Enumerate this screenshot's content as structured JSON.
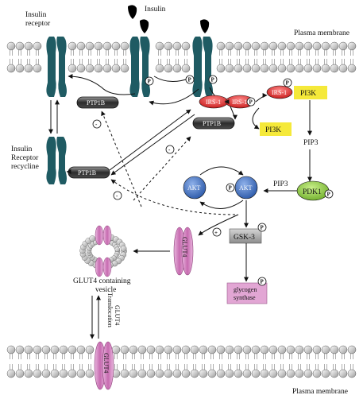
{
  "labels": {
    "insulin": "Insulin",
    "insulin_receptor_line1": "Insulin",
    "insulin_receptor_line2": "receptor",
    "plasma_membrane_top": "Plasma membrane",
    "plasma_membrane_bottom": "Plasma membrane",
    "receptor_recycline_line1": "Insulin",
    "receptor_recycline_line2": "Receptor",
    "receptor_recycline_line3": "recycline",
    "ptp1b_top": "PTP1B",
    "ptp1b_middle": "PTP1B",
    "ptp1b_left": "PTP1B",
    "irs1_a": "IRS-1",
    "irs1_b": "IRS-1",
    "irs1_c": "IRS-1",
    "pi3k_right": "PI3K",
    "pi3k_lower": "PI3K",
    "pip3_right": "PIP3",
    "pip3_lower": "PIP3",
    "pdk1": "PDK1",
    "akt_left": "AKT",
    "akt_right": "AKT",
    "gsk3": "GSK-3",
    "glycogen_synthase_line1": "glycogen",
    "glycogen_synthase_line2": "synthase",
    "glut4_near_vesicle": "GLUT4",
    "glut4_vesicle_line1": "GLUT4 containing",
    "glut4_vesicle_line2": "vesicle",
    "glut4_translocation_line1": "GLUT4",
    "glut4_translocation_line2": "Translocation",
    "glut4_membrane": "GLUT4",
    "phospho": "P",
    "minus": "-",
    "plus": "+"
  },
  "colors": {
    "receptor": "#1f5b63",
    "irs1": "#e02424",
    "pi3k": "#f5e93a",
    "pdk1": "#8cc63f",
    "akt": "#3b6fc4",
    "glut4": "#c76bb0",
    "gsk3": "#9a9a9a",
    "glycogen": "#e2a6d4"
  }
}
